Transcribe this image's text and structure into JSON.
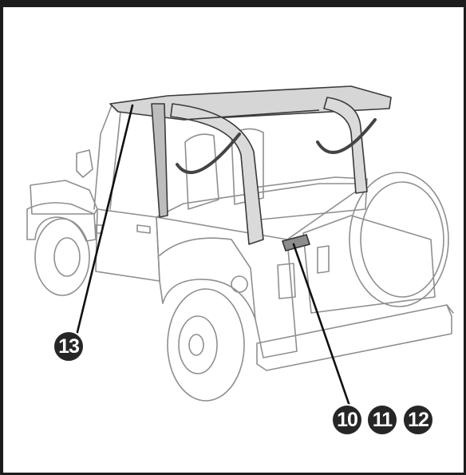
{
  "callouts": {
    "c13": "13",
    "c10": "10",
    "c11": "11",
    "c12": "12"
  },
  "colors": {
    "outline": "#8a8a8a",
    "frame": "#1c1c1c",
    "roll_bar": "#b8b8b8",
    "callout": "#262626"
  }
}
